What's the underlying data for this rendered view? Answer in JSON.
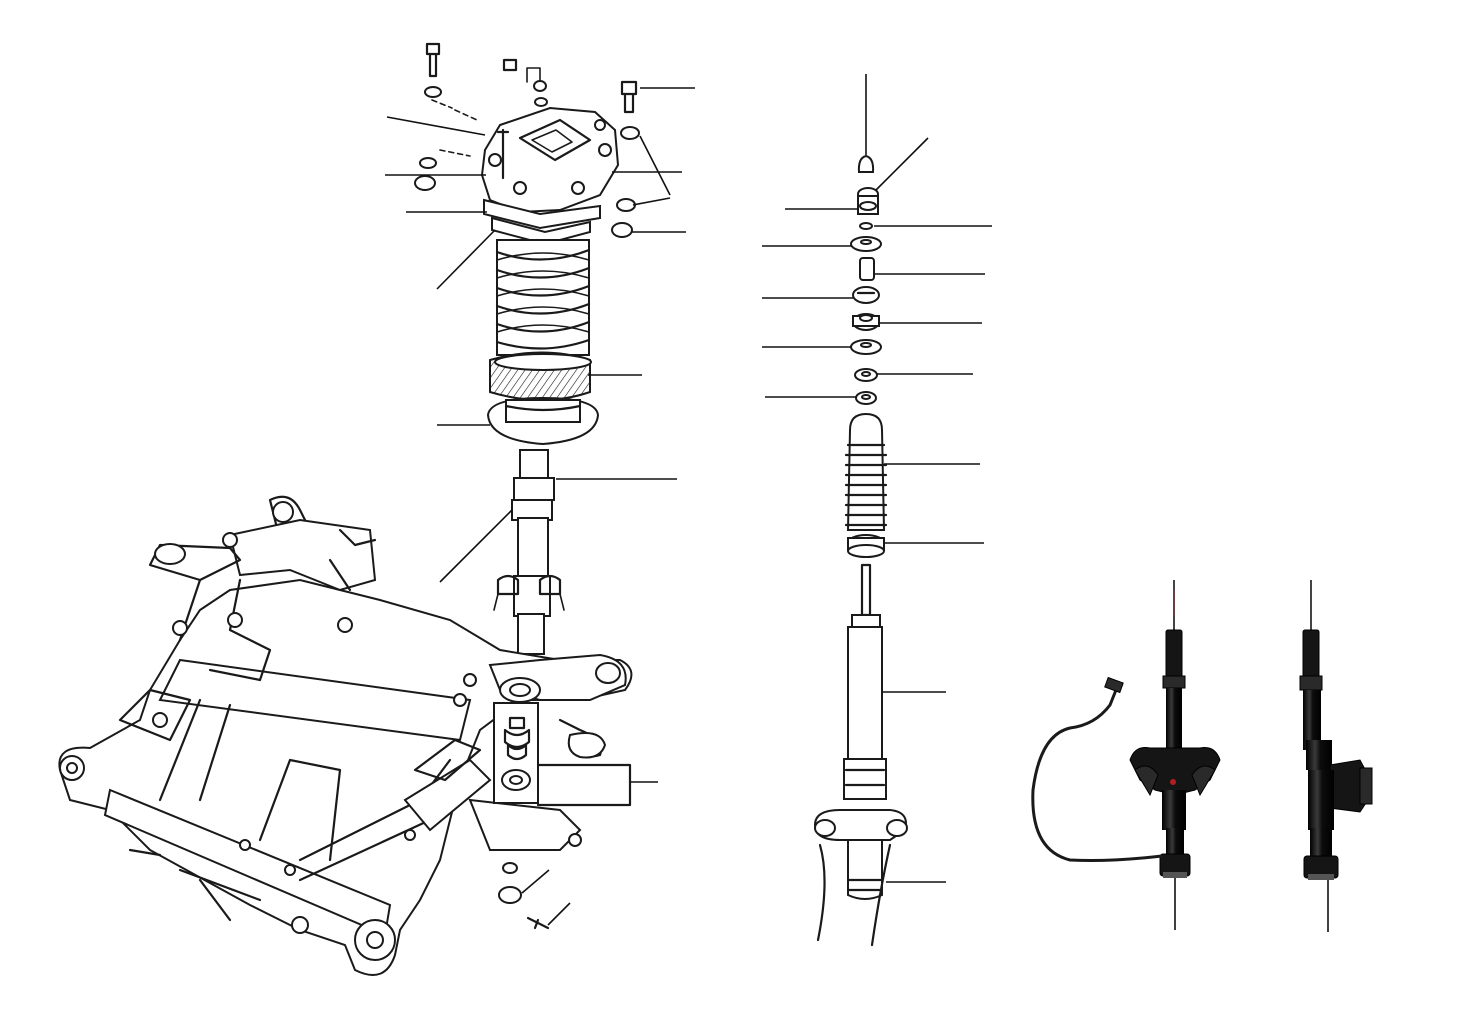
{
  "figure": {
    "kind": "exploded-parts-diagram",
    "panels": [
      {
        "name": "front-subframe-and-strut-assembly",
        "style": "line-drawing"
      },
      {
        "name": "strut-exploded-component-stack",
        "style": "line-drawing"
      },
      {
        "name": "air-strut-with-sensor-wire",
        "style": "product-photo"
      },
      {
        "name": "air-strut-with-valve-block",
        "style": "product-photo"
      }
    ],
    "callout_labels": [],
    "colors": {
      "ink": "#1a1a1a",
      "photo_black": "#151515",
      "background": "#ffffff"
    }
  }
}
